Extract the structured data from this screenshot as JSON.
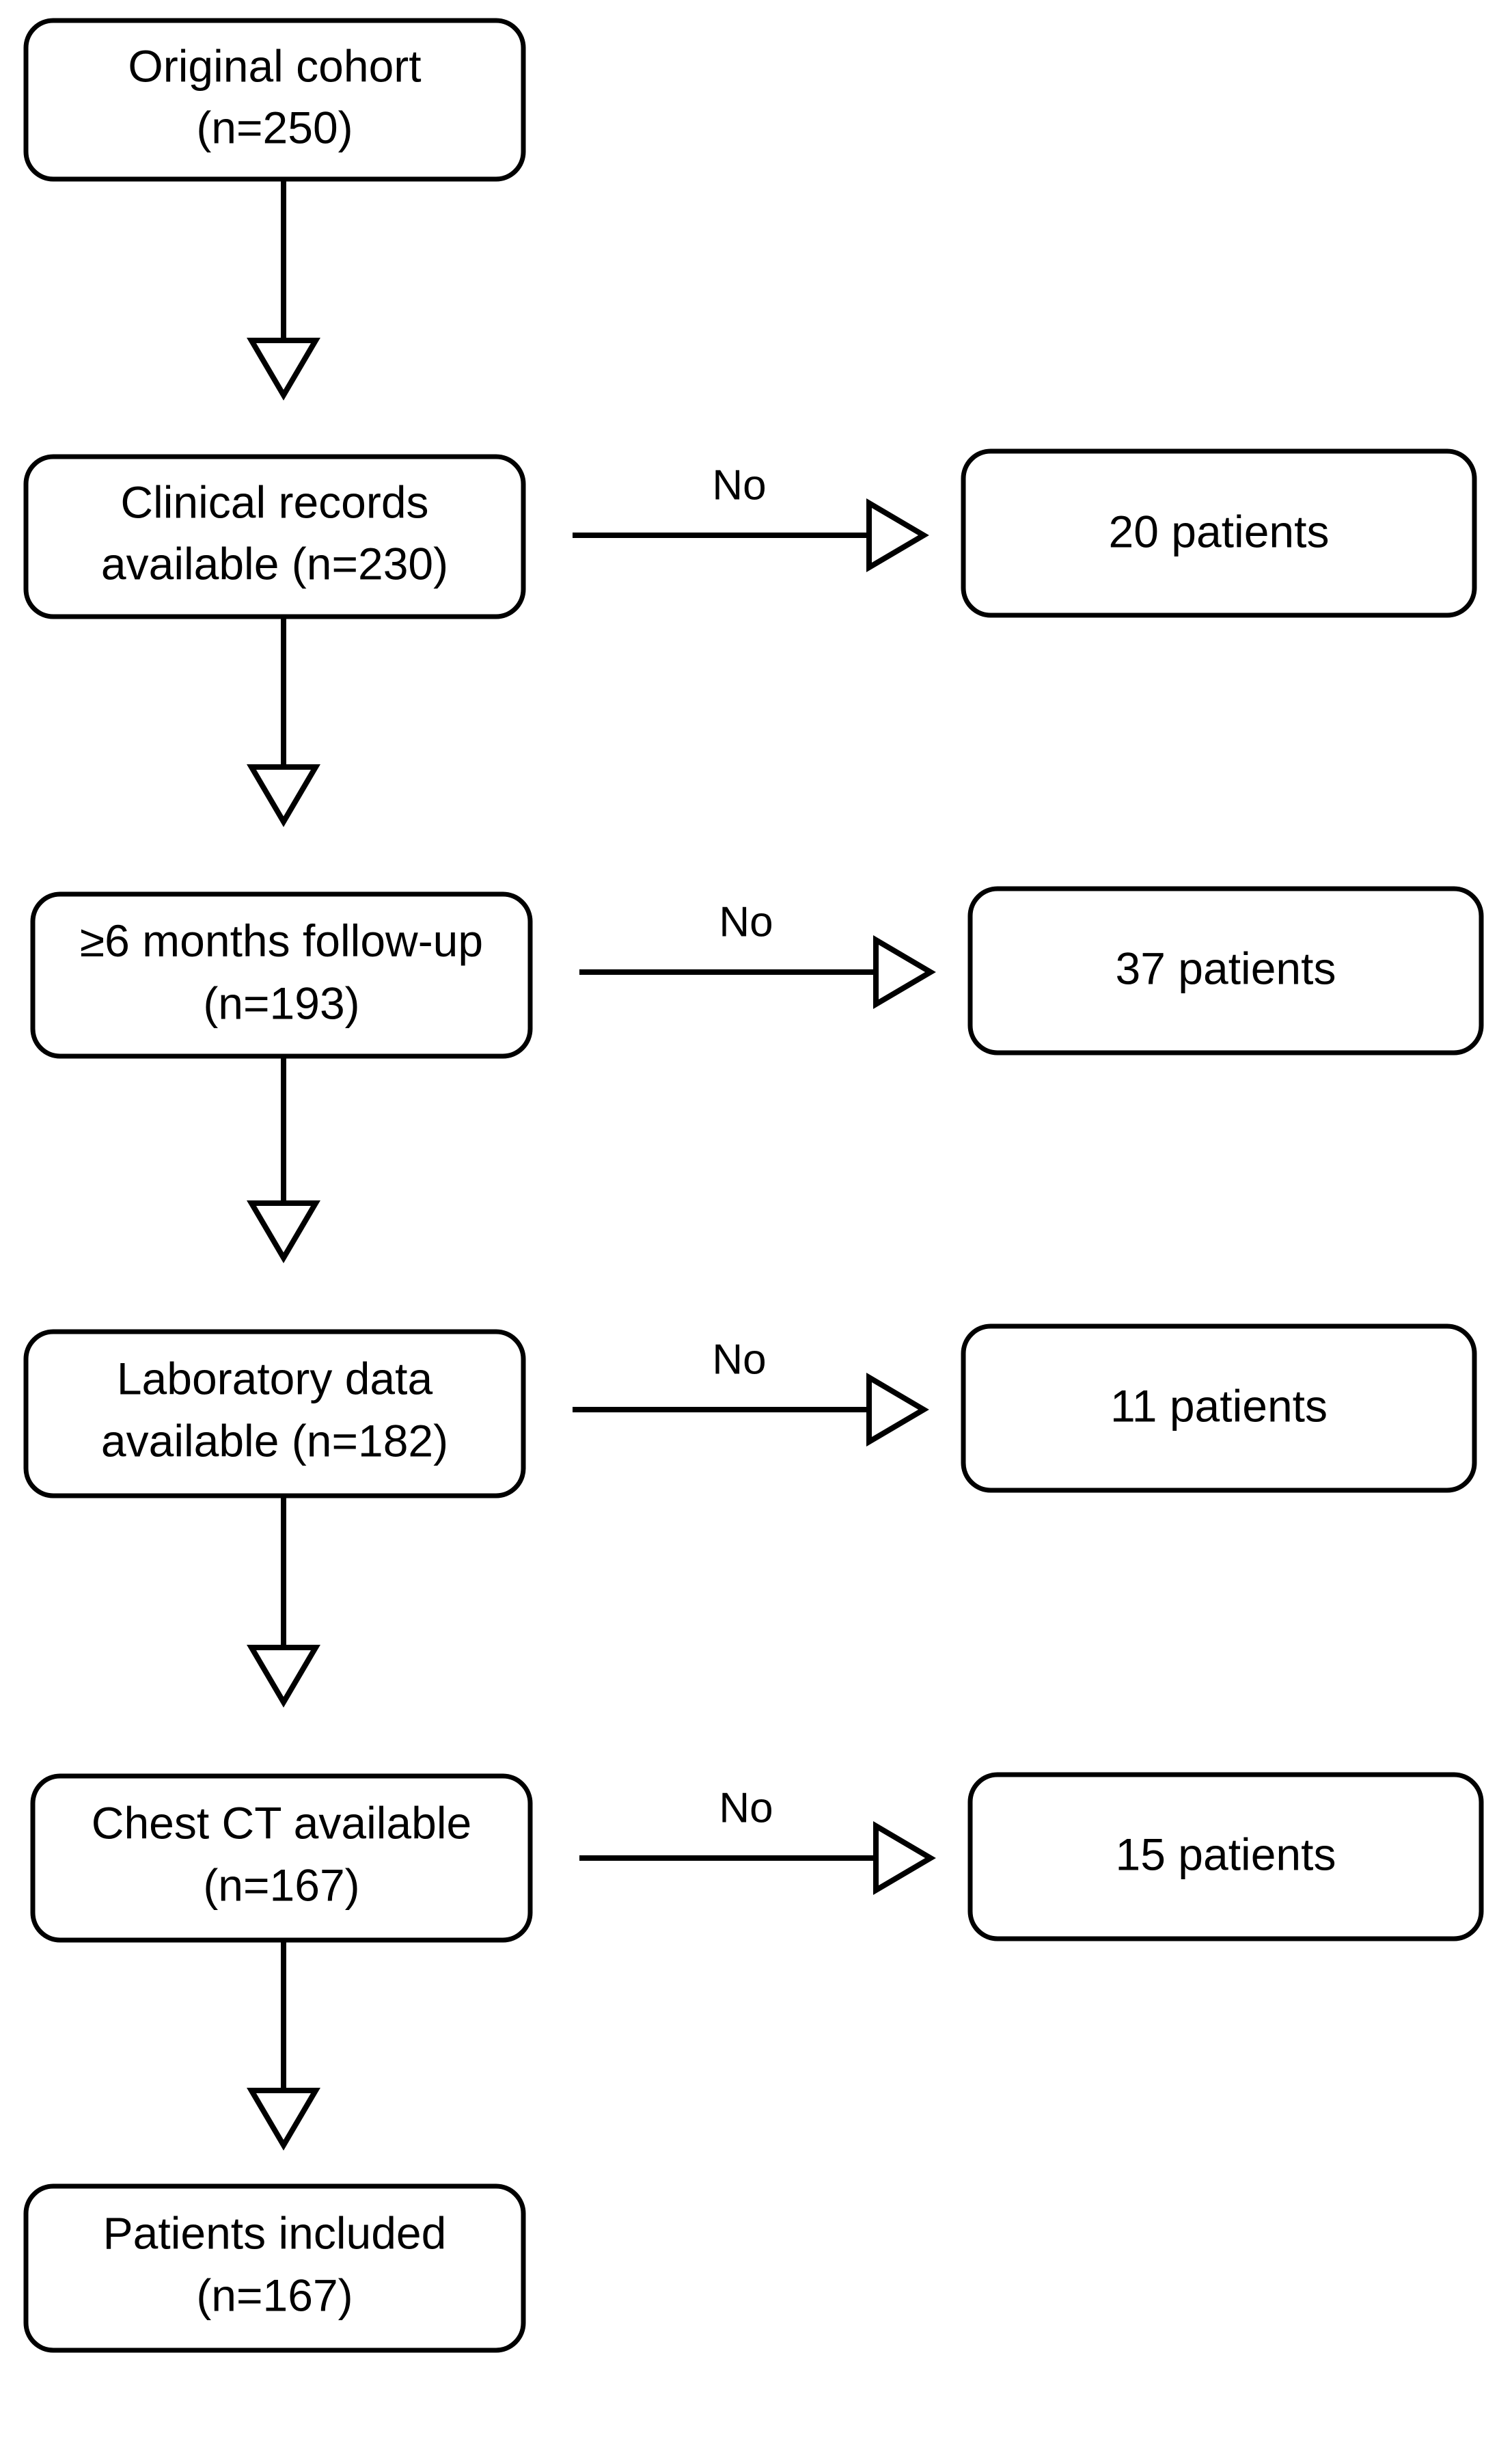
{
  "diagram": {
    "type": "patient-selection-flowchart",
    "orientation": "top-to-bottom",
    "stroke_color": "#000000",
    "fill_color": "#ffffff",
    "background": "#ffffff"
  },
  "main_nodes": [
    {
      "id": "n1",
      "line1": "Original cohort",
      "line2": "(n=250)"
    },
    {
      "id": "n2",
      "line1": "Clinical records",
      "line2": "available (n=230)"
    },
    {
      "id": "n3",
      "line1_bold": "≥6",
      "line1_rest": " months follow-up",
      "line2": "(n=193)"
    },
    {
      "id": "n4",
      "line1": "Laboratory data",
      "line2": "available (n=182)"
    },
    {
      "id": "n5",
      "line1": "Chest CT available",
      "line2": "(n=167)"
    },
    {
      "id": "n6",
      "line1": "Patients included",
      "line2": "(n=167)"
    }
  ],
  "exclusion_nodes": [
    {
      "id": "x1",
      "label": "20 patients"
    },
    {
      "id": "x2",
      "label": "37 patients"
    },
    {
      "id": "x3",
      "label": "11 patients"
    },
    {
      "id": "x4",
      "label": "15 patients"
    }
  ],
  "branch_labels": [
    {
      "id": "b1",
      "label": "No"
    },
    {
      "id": "b2",
      "label": "No"
    },
    {
      "id": "b3",
      "label": "No"
    },
    {
      "id": "b4",
      "label": "No"
    }
  ],
  "flow_sequence": [
    {
      "from": "n1",
      "to": "n2",
      "kind": "vertical"
    },
    {
      "from": "n2",
      "to": "x1",
      "kind": "horizontal",
      "label": "No"
    },
    {
      "from": "n2",
      "to": "n3",
      "kind": "vertical"
    },
    {
      "from": "n3",
      "to": "x2",
      "kind": "horizontal",
      "label": "No"
    },
    {
      "from": "n3",
      "to": "n4",
      "kind": "vertical"
    },
    {
      "from": "n4",
      "to": "x3",
      "kind": "horizontal",
      "label": "No"
    },
    {
      "from": "n4",
      "to": "n5",
      "kind": "vertical"
    },
    {
      "from": "n5",
      "to": "x4",
      "kind": "horizontal",
      "label": "No"
    },
    {
      "from": "n5",
      "to": "n6",
      "kind": "vertical"
    }
  ]
}
